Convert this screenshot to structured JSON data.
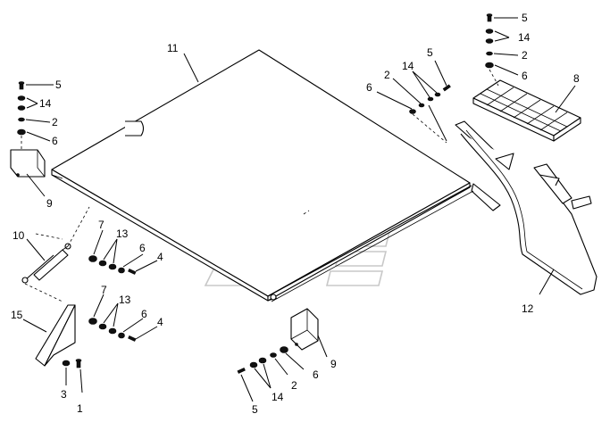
{
  "labels": {
    "l11": "11",
    "l5a": "5",
    "l14a": "14",
    "l2a": "2",
    "l6a": "6",
    "l9a": "9",
    "l10": "10",
    "l7a": "7",
    "l13a": "13",
    "l6b": "6",
    "l4a": "4",
    "l15": "15",
    "l7b": "7",
    "l13b": "13",
    "l6c": "6",
    "l4b": "4",
    "l3": "3",
    "l1": "1",
    "l9b": "9",
    "l6d": "6",
    "l2b": "2",
    "l14b": "14",
    "l5b": "5",
    "l6e": "6",
    "l2c": "2",
    "l14c": "14",
    "l5c": "5",
    "l5d": "5",
    "l14d": "14",
    "l2d": "2",
    "l6f": "6",
    "l8": "8",
    "l12": "12"
  }
}
